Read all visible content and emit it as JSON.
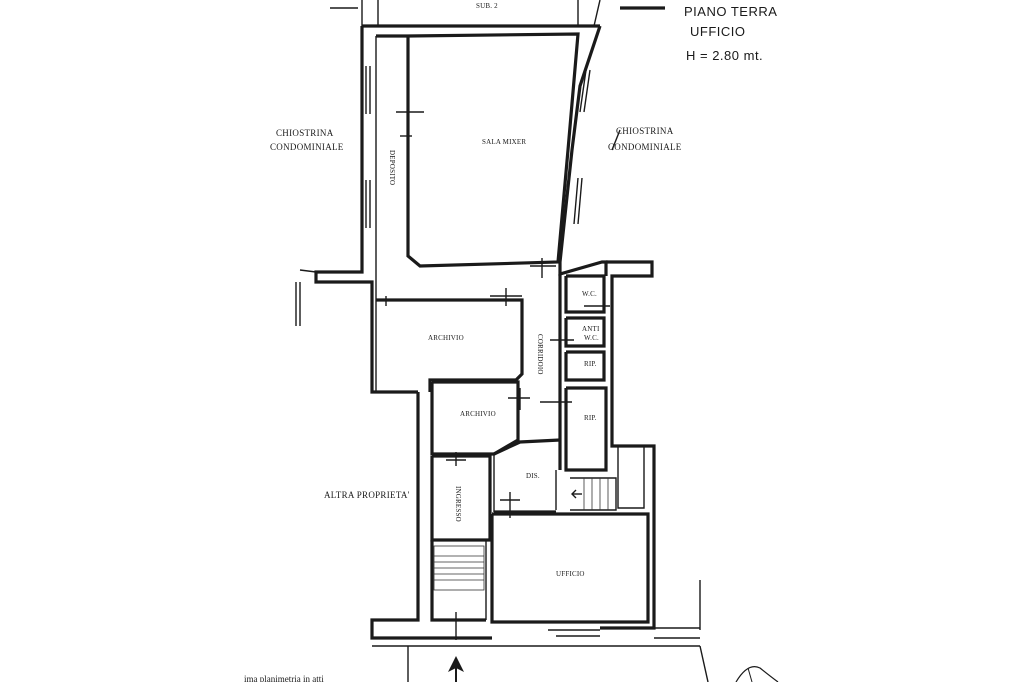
{
  "header": {
    "title_line1": "PIANO TERRA",
    "title_line2": "UFFICIO",
    "title_line3": "H = 2.80 mt."
  },
  "top_label": "SUB. 2",
  "surroundings": {
    "left_courtyard_line1": "CHIOSTRINA",
    "left_courtyard_line2": "CONDOMINIALE",
    "right_courtyard_line1": "CHIOSTRINA",
    "right_courtyard_line2": "CONDOMINIALE",
    "other_property": "ALTRA PROPRIETA'"
  },
  "rooms": {
    "sala_mixer": "SALA MIXER",
    "ripostiglio_vertical": "DEPOSITO",
    "archivio_upper": "ARCHIVIO",
    "archivio_lower": "ARCHIVIO",
    "corridoio": "CORRIDOIO",
    "wc": "W.C.",
    "anti_wc_line1": "ANTI",
    "anti_wc_line2": "W.C.",
    "rip_small": "RIP.",
    "rip_large": "RIP.",
    "dis": "DIS.",
    "ingresso": "INGRESSO",
    "ufficio": "UFFICIO"
  },
  "footer": {
    "note": "ima planimetria in atti"
  },
  "icons": {
    "entrance": "entrance-arrow-icon",
    "north": "north-arrow-icon"
  }
}
